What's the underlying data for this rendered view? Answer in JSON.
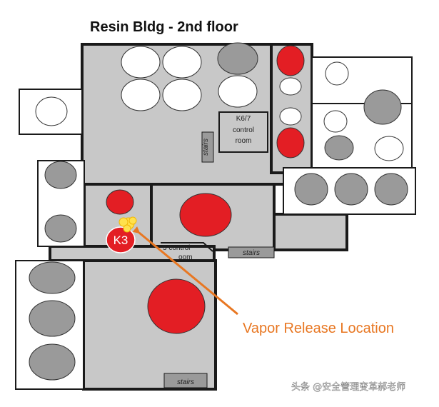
{
  "title": "Resin Bldg  -  2nd floor",
  "labels": {
    "control_room_line1": "K6/7",
    "control_room_line2": "control",
    "control_room_line3": "room",
    "stairs": "stairs",
    "control_partial_line1": "3 control",
    "control_partial_line2": "oom",
    "k3": "K3",
    "callout": "Vapor Release Location",
    "watermark": "头条 @安全管理变革郝老师"
  },
  "colors": {
    "room": "#c8c8c8",
    "wall": "#1a1a1a",
    "tank_white": "#ffffff",
    "tank_gray": "#9a9a9a",
    "tank_red": "#e31e24",
    "release": "#ffe14d",
    "arrow": "#e87722"
  }
}
